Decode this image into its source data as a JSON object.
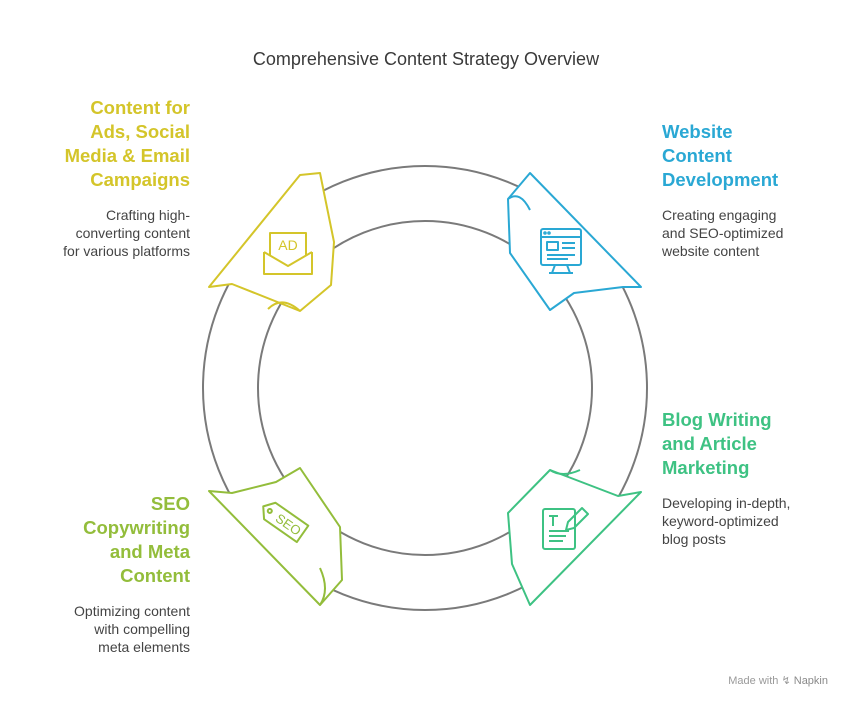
{
  "title": "Comprehensive Content Strategy Overview",
  "colors": {
    "ads": "#d4c52a",
    "website": "#2aa8d4",
    "blog": "#3ec283",
    "seo": "#93bd3b",
    "ring_stroke": "#7a7a7a"
  },
  "sections": {
    "ads": {
      "heading_lines": [
        "Content for",
        "Ads, Social",
        "Media & Email",
        "Campaigns"
      ],
      "desc_lines": [
        "Crafting high-",
        "converting content",
        "for various platforms"
      ],
      "icon": "ad-envelope-icon",
      "icon_text": "AD"
    },
    "website": {
      "heading_lines": [
        "Website",
        "Content",
        "Development"
      ],
      "desc_lines": [
        "Creating engaging",
        "and SEO-optimized",
        "website content"
      ],
      "icon": "website-monitor-icon"
    },
    "blog": {
      "heading_lines": [
        "Blog Writing",
        "and Article",
        "Marketing"
      ],
      "desc_lines": [
        "Developing in-depth,",
        "keyword-optimized",
        "blog posts"
      ],
      "icon": "document-pencil-icon"
    },
    "seo": {
      "heading_lines": [
        "SEO",
        "Copywriting",
        "and Meta",
        "Content"
      ],
      "desc_lines": [
        "Optimizing content",
        "with compelling",
        "meta elements"
      ],
      "icon": "seo-tag-icon",
      "icon_text": "SEO"
    }
  },
  "watermark": {
    "prefix": "Made with",
    "brand": "Napkin"
  }
}
